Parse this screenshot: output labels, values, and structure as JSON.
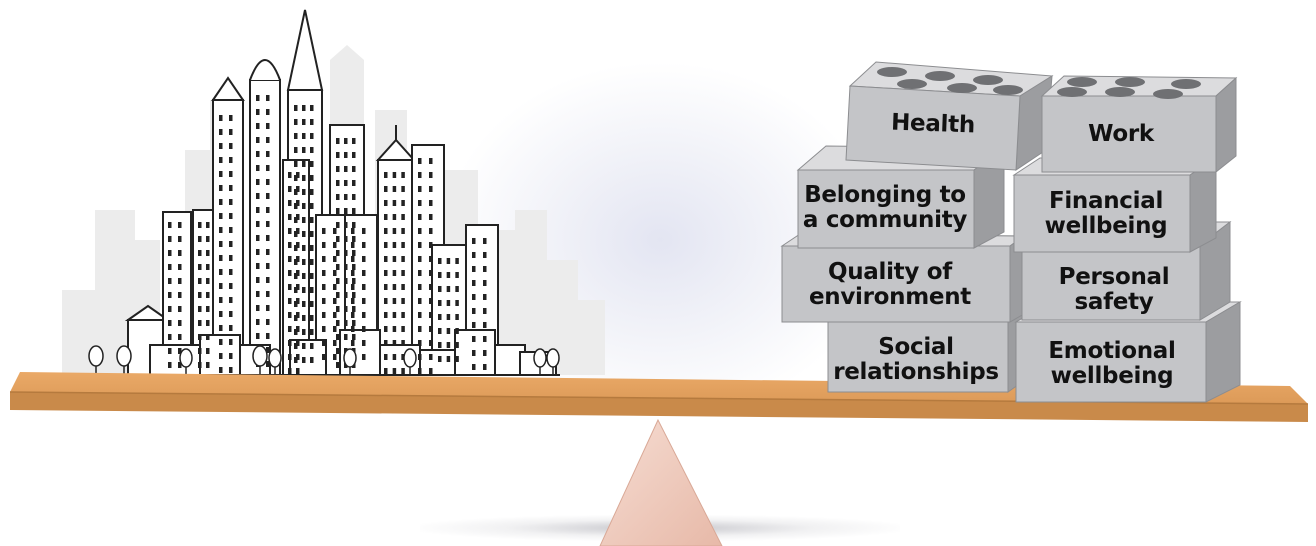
{
  "bricks": {
    "health": "Health",
    "work": "Work",
    "belonging": "Belonging to\na community",
    "financial": "Financial\nwellbeing",
    "quality": "Quality of\nenvironment",
    "personal": "Personal\nsafety",
    "social": "Social\nrelationships",
    "emotional": "Emotional\nwellbeing"
  },
  "colors": {
    "plank": "#e3a362",
    "plank_edge": "#b57a3e",
    "fulcrum": "#f0cfc2",
    "brick_face": "#c4c5c8",
    "brick_side": "#9c9da0",
    "brick_top": "#dcdcde"
  }
}
